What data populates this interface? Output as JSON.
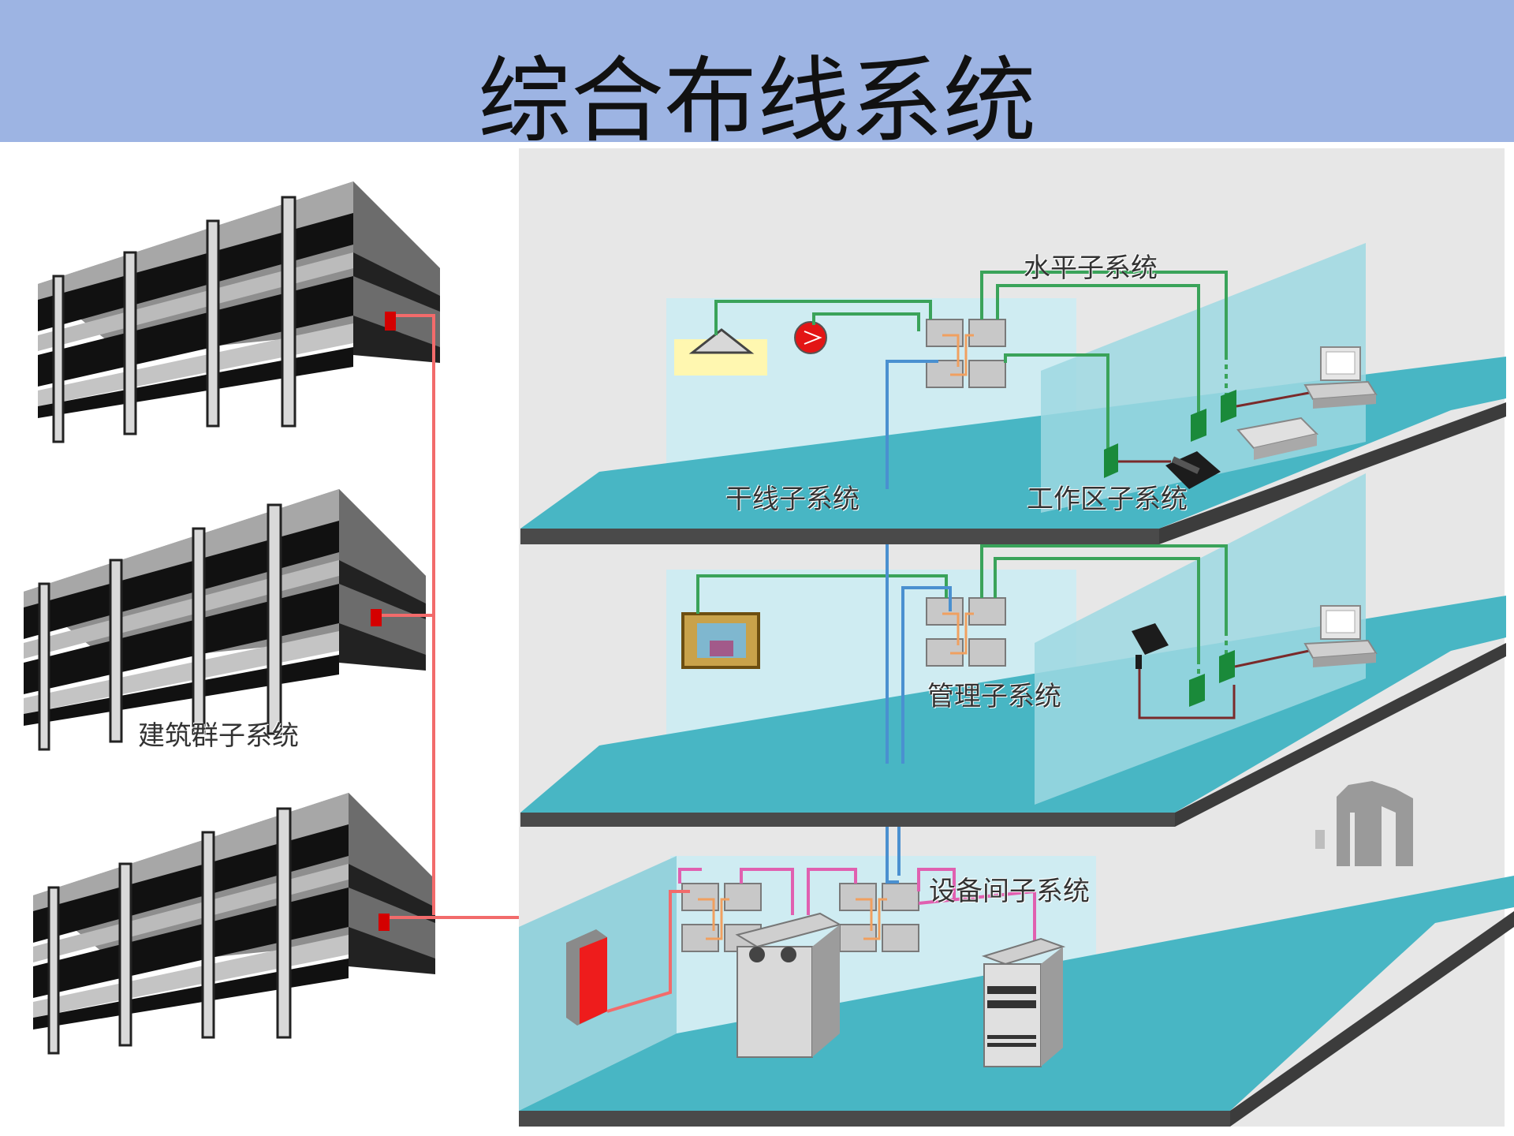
{
  "title": "综合布线系统",
  "labels": {
    "horizontal": "水平子系统",
    "backbone": "干线子系统",
    "work_area": "工作区子系统",
    "administration": "管理子系统",
    "building_group": "建筑群子系统",
    "equipment_room": "设备间子系统"
  },
  "colors": {
    "title_bar": "#9db4e3",
    "campus_cable": "#f26b6b",
    "horizontal_cable": "#3aa35a",
    "backbone_cable": "#4a90d0",
    "equipment_cable": "#e060b0",
    "floor": "#48b6c4",
    "wall": "#cde9ef"
  },
  "icons": [
    "building-icon",
    "camera-icon",
    "alarm-icon",
    "monitor-icon",
    "computer-icon",
    "printer-icon",
    "telephone-icon",
    "patch-panel-icon",
    "server-icon",
    "pbx-icon",
    "entrance-protector-icon",
    "door-icon"
  ]
}
